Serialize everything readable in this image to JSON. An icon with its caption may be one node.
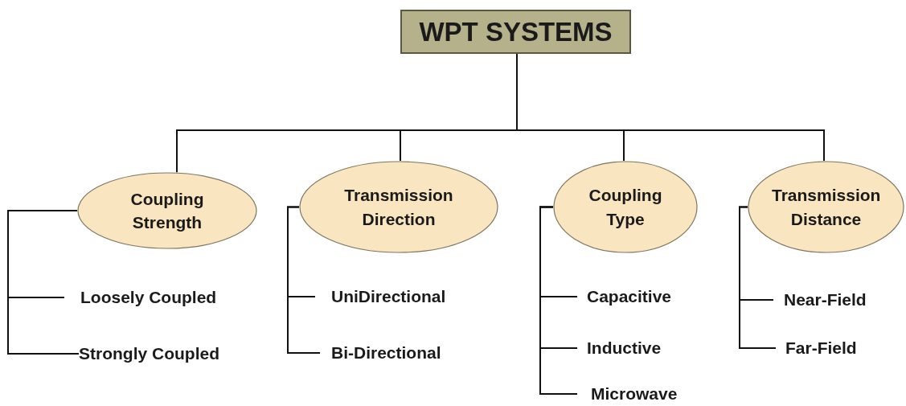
{
  "diagram": {
    "nodes": [
      {
        "text": [
          "WPT SYSTEMS"
        ]
      },
      {
        "text": [
          "Coupling Strength"
        ]
      },
      {
        "text": [
          "Transmission Direction"
        ]
      },
      {
        "text": [
          "Coupling Type"
        ]
      },
      {
        "text": [
          "Transmission Distance"
        ]
      },
      {
        "text": [
          "Loosely Coupled"
        ]
      },
      {
        "text": [
          "Strongly Coupled"
        ]
      },
      {
        "text": [
          "UniDirectional"
        ]
      },
      {
        "text": [
          "Bi-Directional"
        ]
      },
      {
        "text": [
          "Capacitive"
        ]
      },
      {
        "text": [
          "Inductive"
        ]
      },
      {
        "text": [
          "Microwave"
        ]
      },
      {
        "text": [
          "Near-Field"
        ]
      },
      {
        "text": [
          "Far-Field"
        ]
      }
    ],
    "edges": [
      {
        "from": 0,
        "to": 1,
        "arrow": "none"
      },
      {
        "from": 0,
        "to": 2,
        "arrow": "none"
      },
      {
        "from": 0,
        "to": 3,
        "arrow": "none"
      },
      {
        "from": 0,
        "to": 4,
        "arrow": "none"
      },
      {
        "from": 1,
        "to": 5,
        "arrow": "none"
      },
      {
        "from": 1,
        "to": 6,
        "arrow": "none"
      },
      {
        "from": 2,
        "to": 7,
        "arrow": "none"
      },
      {
        "from": 2,
        "to": 8,
        "arrow": "none"
      },
      {
        "from": 3,
        "to": 9,
        "arrow": "none"
      },
      {
        "from": 3,
        "to": 10,
        "arrow": "none"
      },
      {
        "from": 3,
        "to": 11,
        "arrow": "none"
      },
      {
        "from": 4,
        "to": 12,
        "arrow": "none"
      },
      {
        "from": 4,
        "to": 13,
        "arrow": "none"
      }
    ]
  }
}
